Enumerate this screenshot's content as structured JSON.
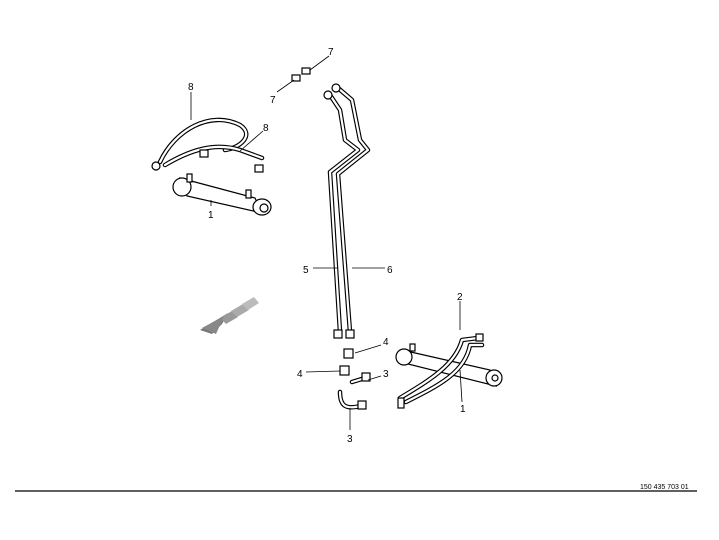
{
  "diagram": {
    "type": "hydraulic parts exploded view",
    "callouts": {
      "nut_top": "7",
      "nut_left": "7",
      "hose_upper": "8",
      "hose_lower": "8",
      "cylinder_left": "1",
      "pipe_left": "5",
      "pipe_right": "6",
      "hose_right": "2",
      "fitting_upper": "4",
      "fitting_lower": "4",
      "elbow_right": "3",
      "elbow_bottom": "3",
      "cylinder_right": "1"
    },
    "reference_number": "150 435 703 01"
  }
}
